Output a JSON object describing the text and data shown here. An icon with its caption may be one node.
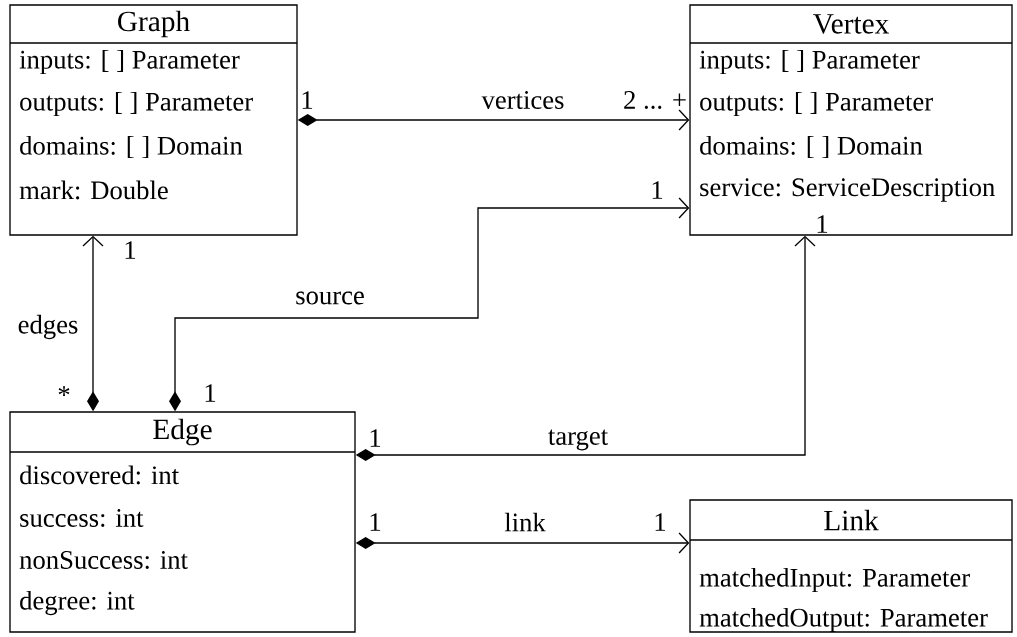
{
  "diagram": {
    "nodes": [
      {
        "text": [
          "Graph",
          "inputs: [ ] Parameter",
          "outputs: [ ] Parameter",
          "domains: [ ] Domain",
          "mark: Double"
        ]
      },
      {
        "text": [
          "Vertex",
          "inputs: [ ] Parameter",
          "outputs: [ ] Parameter",
          "domains: [ ] Domain",
          "service: ServiceDescription"
        ]
      },
      {
        "text": [
          "Edge",
          "discovered: int",
          "success: int",
          "nonSuccess: int",
          "degree: int"
        ]
      },
      {
        "text": [
          "Link",
          "matchedInput: Parameter",
          "matchedOutput: Parameter"
        ]
      }
    ],
    "edges": [
      {
        "from": 0,
        "to": 1,
        "arrow": "to",
        "label": "vertices"
      },
      {
        "from": 2,
        "to": 1,
        "arrow": "to",
        "label": "source"
      },
      {
        "from": 2,
        "to": 0,
        "arrow": "to",
        "label": "edges"
      },
      {
        "from": 2,
        "to": 1,
        "arrow": "to",
        "label": "target"
      },
      {
        "from": 2,
        "to": 3,
        "arrow": "to",
        "label": "link"
      }
    ],
    "labels": [
      "1",
      "2 ... +",
      "1",
      "1",
      "1",
      "*",
      "1",
      "1",
      "1",
      "1"
    ]
  }
}
